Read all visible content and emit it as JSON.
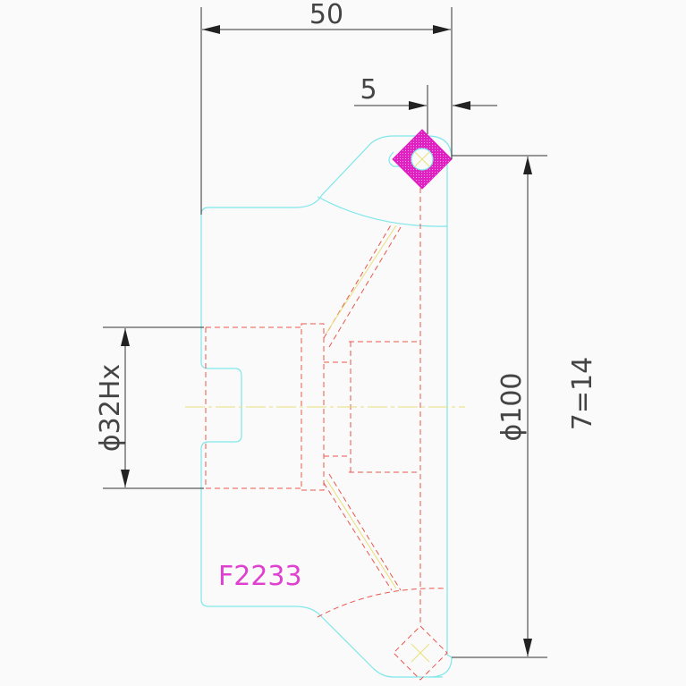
{
  "drawing": {
    "dimensions": {
      "width_overall": "50",
      "offset": "5",
      "bore": "ϕ32Hx",
      "diameter": "ϕ100",
      "pitch": "7=14"
    },
    "part_label": "F2233",
    "colors": {
      "background": "#fafafa",
      "outline": "#7fe6ea",
      "hidden": "#e8584e",
      "centerline": "#e8e07a",
      "dimension": "#333333",
      "dim_text": "#444444",
      "label": "#e040d0",
      "hatch": "#e020c0"
    }
  }
}
